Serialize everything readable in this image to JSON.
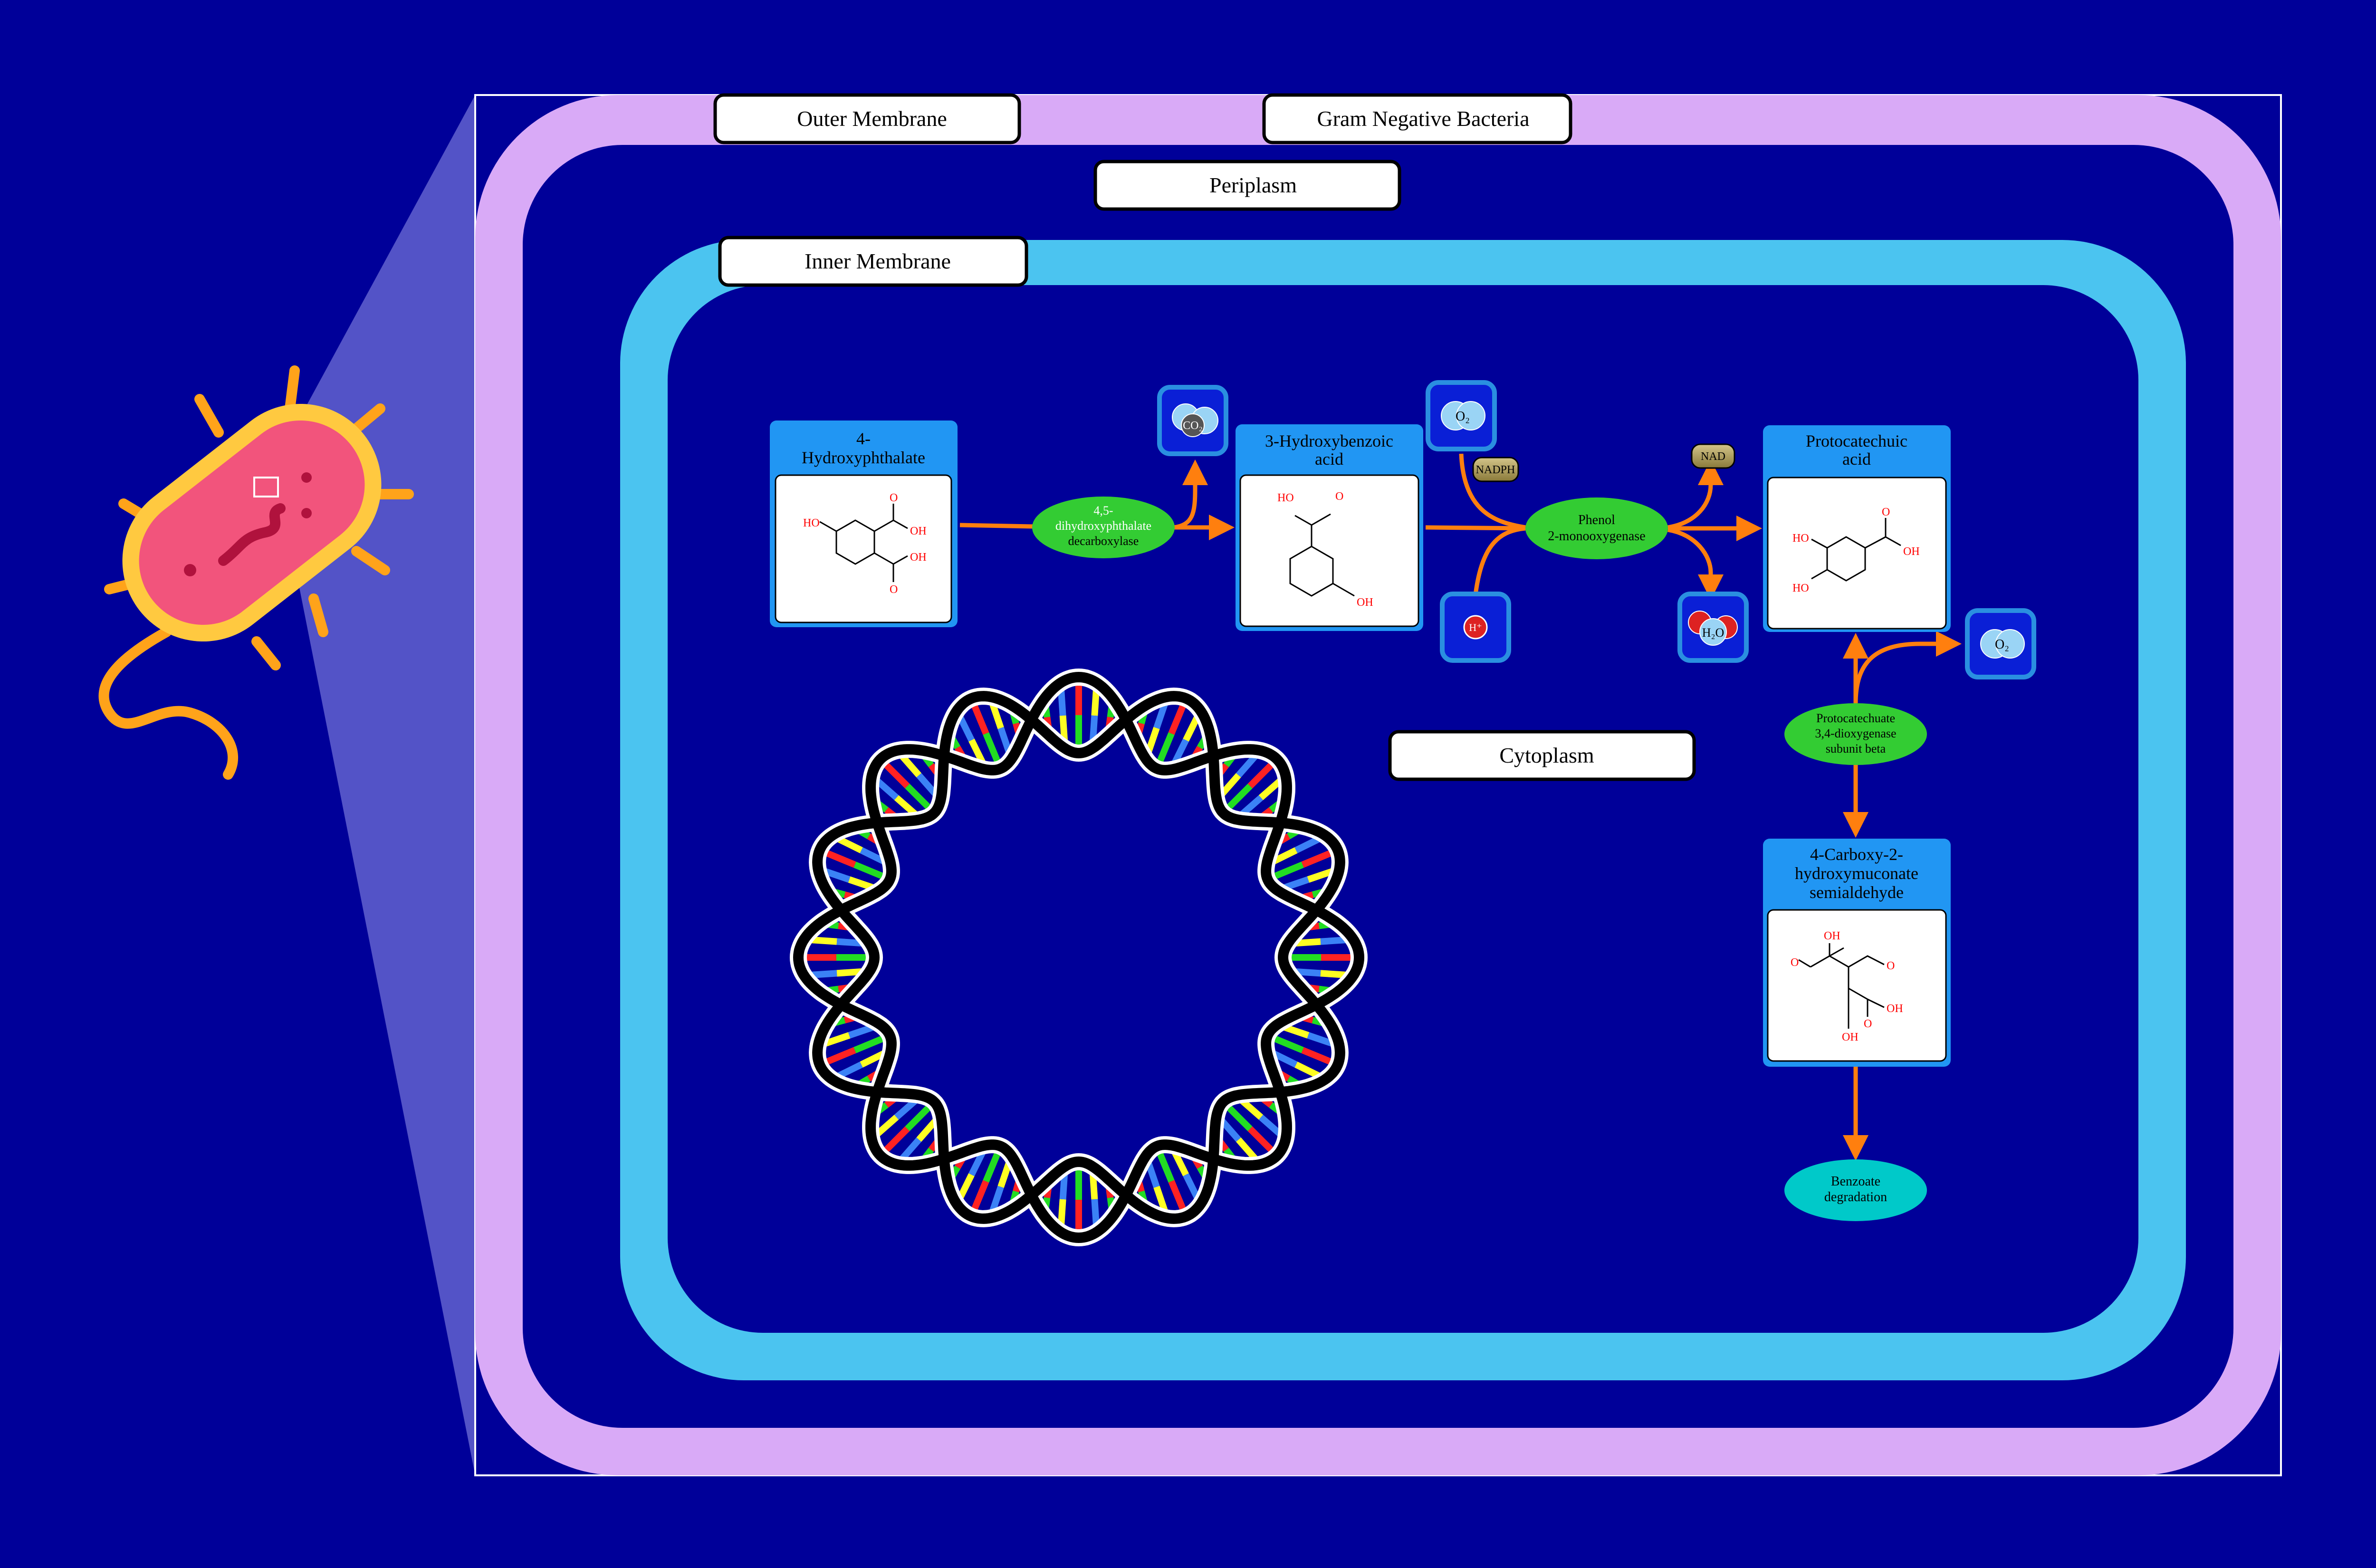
{
  "colors": {
    "background": "#000099",
    "outer_membrane": "#d9aaf7",
    "inner_membrane": "#4bc4f0",
    "arrow": "#ff7f0e",
    "enzyme": "#33cc33",
    "pathway_link": "#00c9c9",
    "compound_header": "#2196f3"
  },
  "labels": {
    "outer_membrane": "Outer Membrane",
    "gram_negative": "Gram Negative Bacteria",
    "periplasm": "Periplasm",
    "inner_membrane": "Inner Membrane",
    "cytoplasm": "Cytoplasm"
  },
  "compounds": {
    "hydroxyphthalate": {
      "line1": "4-",
      "line2": "Hydroxyphthalate"
    },
    "hydroxybenzoic": {
      "line1": "3-Hydroxybenzoic",
      "line2": "acid"
    },
    "protocatechuic": {
      "line1": "Protocatechuic",
      "line2": "acid"
    },
    "carboxy": {
      "line1": "4-Carboxy-2-",
      "line2": "hydroxymuconate",
      "line3": "semialdehyde"
    }
  },
  "enzymes": {
    "decarboxylase": {
      "line1": "4,5-",
      "line2": "dihydroxyphthalate",
      "line3": "decarboxylase"
    },
    "monooxygenase": {
      "line1": "Phenol",
      "line2": "2-monooxygenase"
    },
    "dioxygenase": {
      "line1": "Protocatechuate",
      "line2": "3,4-dioxygenase",
      "line3": "subunit beta"
    }
  },
  "pathway": {
    "line1": "Benzoate",
    "line2": "degradation"
  },
  "cofactors": {
    "nadph": "NADPH",
    "nad": "NAD"
  },
  "molecules": {
    "co2": "CO₂",
    "o2": "O₂",
    "h_plus": "H⁺",
    "h2o": "H₂O",
    "o2_b": "O₂"
  },
  "structure_text": {
    "ho": "HO",
    "oh": "OH",
    "o": "O"
  }
}
